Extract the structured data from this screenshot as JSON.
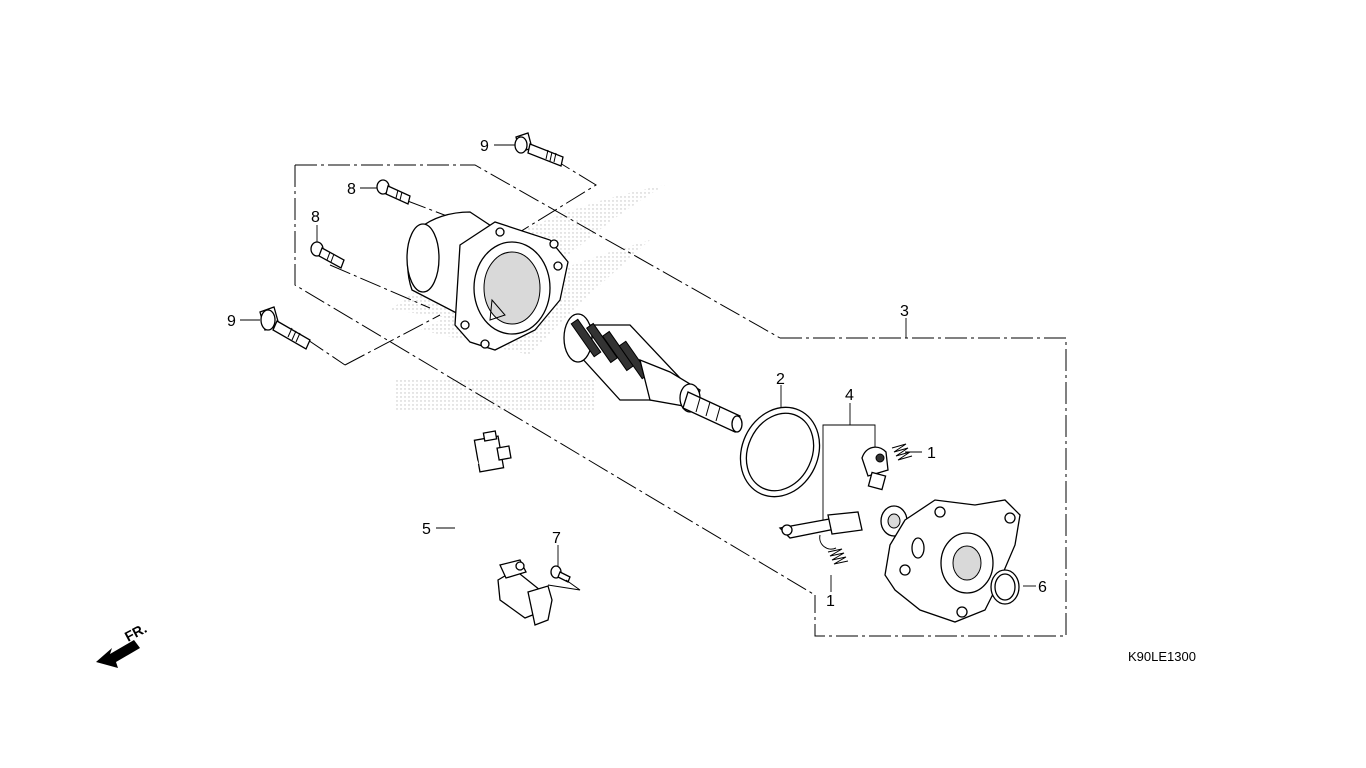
{
  "diagram": {
    "code": "K90LE1300",
    "direction_label": "FR.",
    "callouts": [
      "9",
      "8",
      "8",
      "9",
      "3",
      "2",
      "4",
      "1",
      "1",
      "5",
      "7",
      "6"
    ]
  }
}
